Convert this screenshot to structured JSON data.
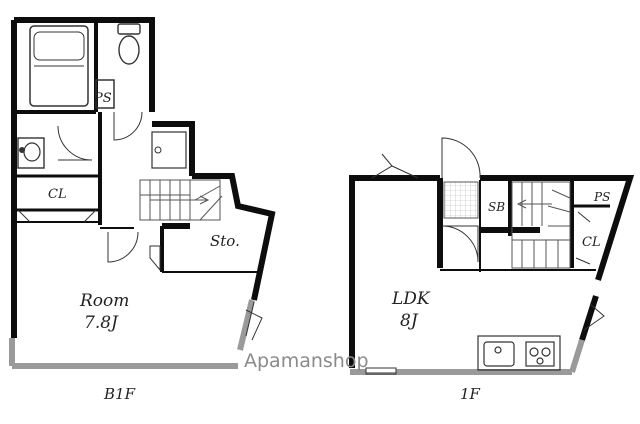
{
  "floors": [
    {
      "caption": "B1F",
      "rooms": {
        "room": "Room",
        "room_size": "7.8J",
        "closet": "CL",
        "storage": "Sto.",
        "pipe_space": "PS"
      }
    },
    {
      "caption": "1F",
      "rooms": {
        "ldk": "LDK",
        "ldk_size": "8J",
        "shoe_box": "SB",
        "pipe_space": "PS",
        "closet": "CL"
      }
    }
  ],
  "watermark": "Apamanshop",
  "colors": {
    "wall": "#0d0d0d",
    "light_wall": "#9a9a9a",
    "line": "#333333"
  }
}
